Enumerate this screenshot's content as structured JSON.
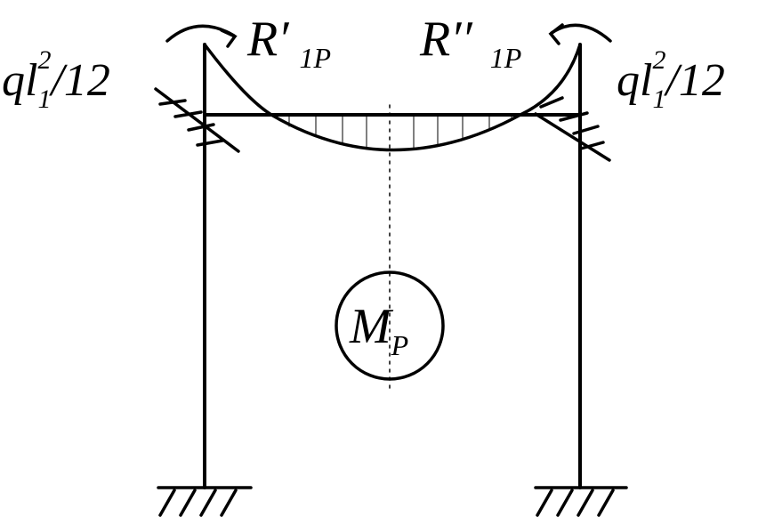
{
  "labels": {
    "moment_left": {
      "q": "q",
      "l": "l",
      "sub": "1",
      "sup": "2",
      "rest": "/12"
    },
    "moment_right": {
      "q": "q",
      "l": "l",
      "sub": "1",
      "sup": "2",
      "rest": "/12"
    },
    "reaction_left": {
      "main": "R",
      "prime": "′",
      "sub": "1P"
    },
    "reaction_right": {
      "main": "R",
      "prime": "′′",
      "sub": "1P"
    },
    "diagram_name": {
      "main": "M",
      "sub": "P"
    }
  },
  "colors": {
    "stroke": "#000000",
    "background": "#ffffff"
  }
}
